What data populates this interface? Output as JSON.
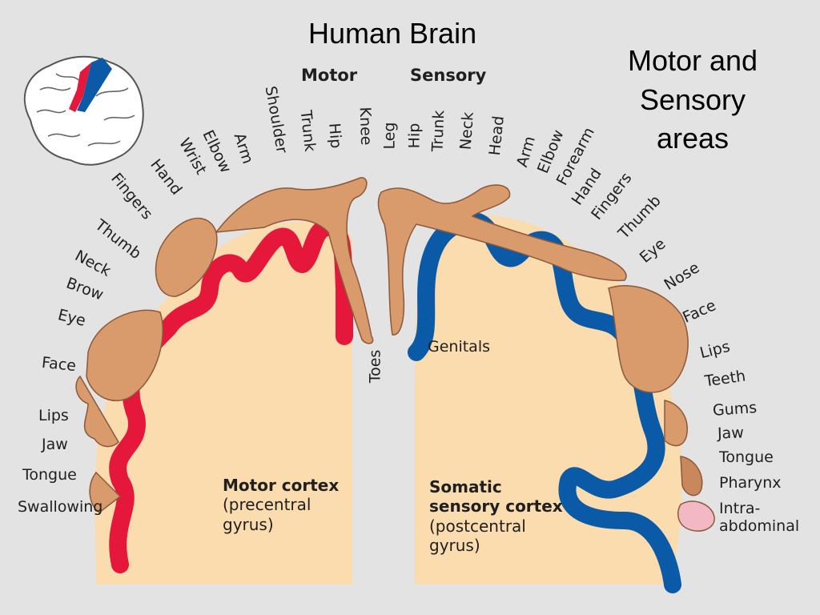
{
  "slide": {
    "title": "Human Brain",
    "subtitle_line1": "Motor and",
    "subtitle_line2": "Sensory",
    "subtitle_line3": "areas"
  },
  "diagram": {
    "motor_header": "Motor",
    "sensory_header": "Sensory",
    "motor_labels": [
      "Shoulder",
      "Trunk",
      "Hip",
      "Knee",
      "Arm",
      "Elbow",
      "Wrist",
      "Hand",
      "Fingers",
      "Thumb",
      "Neck",
      "Brow",
      "Eye",
      "Face",
      "Lips",
      "Jaw",
      "Tongue",
      "Swallowing",
      "Toes"
    ],
    "sensory_labels": [
      "Leg",
      "Hip",
      "Trunk",
      "Neck",
      "Head",
      "Arm",
      "Elbow",
      "Forearm",
      "Hand",
      "Fingers",
      "Thumb",
      "Eye",
      "Nose",
      "Face",
      "Lips",
      "Teeth",
      "Gums",
      "Jaw",
      "Tongue",
      "Pharynx",
      "Intra-",
      "abdominal",
      "Genitals"
    ],
    "motor_cortex": {
      "title": "Motor cortex",
      "line2": "(precentral",
      "line3": "gyrus)"
    },
    "sensory_cortex": {
      "title1": "Somatic",
      "title2": "sensory cortex",
      "line3": "(postcentral",
      "line4": "gyrus)"
    },
    "colors": {
      "motor": "#e5173a",
      "sensory": "#0b5aa8",
      "cortex_fill": "#fbdcae",
      "homunculus": "#d99a6c",
      "background": "#e3e3e3"
    }
  }
}
